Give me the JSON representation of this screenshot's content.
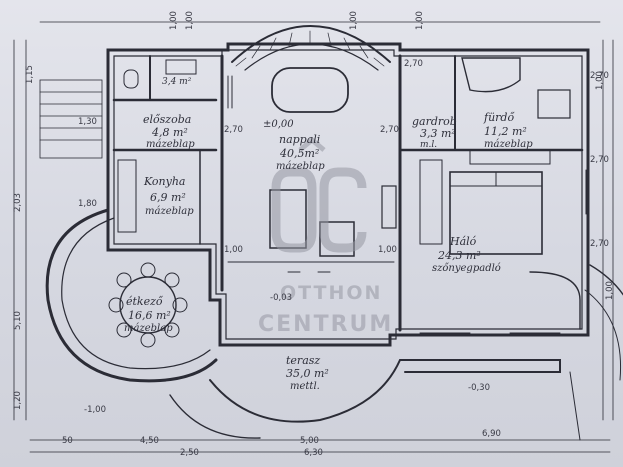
{
  "watermark": {
    "logo": "OC",
    "line1": "OTTHON",
    "line2": "CENTRUM"
  },
  "rooms": {
    "hall_area": "±0,00",
    "nappali_name": "nappali",
    "nappali_area": "40,5m²",
    "nappali_floor": "mázeblap",
    "eloszoba_name": "előszoba",
    "eloszoba_area": "4,8 m²",
    "eloszoba_floor": "mázeblap",
    "konyha_name": "Konyha",
    "konyha_area": "6,9 m²",
    "konyha_floor": "mázeblap",
    "furdo_area": "3,4 m²",
    "gardrob_name": "gardrob",
    "gardrob_area": "3,3 m²",
    "gardrob_floor": "m.l.",
    "furdoszoba_name": "fürdő",
    "furdoszoba_area": "11,2 m²",
    "furdoszoba_floor": "mázeblap",
    "haloszoba_name": "Háló",
    "haloszoba_area": "24,3 m²",
    "haloszoba_floor": "szőnyegpadló",
    "etkezo_name": "étkező",
    "etkezo_area": "16,6 m²",
    "etkezo_floor": "mázeblap",
    "terasz_name": "terasz",
    "terasz_area": "35,0 m²",
    "terasz_floor": "mettl."
  },
  "levels": {
    "floor": "±0,00",
    "terrace": "-0,03",
    "outside": "-0,30",
    "garden": "-1,00"
  },
  "dimensions": {
    "bottom": [
      "50",
      "4,50",
      "2,50",
      "5,00",
      "6,30",
      "6,90"
    ],
    "top": [
      "1,00",
      "1,00",
      "1,00",
      "1,00"
    ],
    "left": [
      "1,15",
      "1,30",
      "2,03",
      "1,80",
      "5,10",
      "1,20"
    ],
    "right": [
      "1,00",
      "2,70",
      "2,70",
      "2,70",
      "1,00"
    ],
    "misc": [
      "2,70",
      "1,00",
      "1,00",
      "2,70",
      "2,70"
    ]
  }
}
